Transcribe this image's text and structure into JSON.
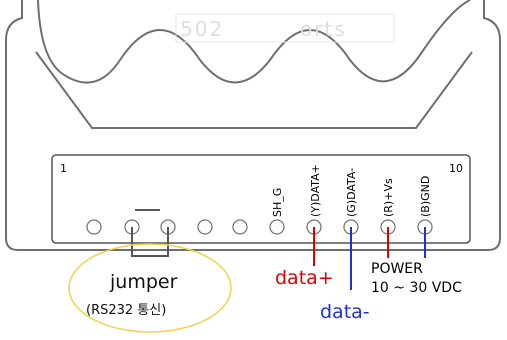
{
  "watermark": "502 orts",
  "terminal": {
    "left_number": "1",
    "right_number": "10",
    "pin_labels": [
      "SH_G",
      "(Y)DATA+",
      "(G)DATA-",
      "(R)+Vs",
      "(B)GND"
    ]
  },
  "jumper": {
    "title": "jumper",
    "subtitle": "(RS232 통신)"
  },
  "wires": {
    "data_plus": "data+",
    "data_minus": "data-",
    "power_title": "POWER",
    "power_range": "10 ~ 30 VDC"
  },
  "colors": {
    "data_plus": "#e00000",
    "data_minus": "#1f2fd6",
    "power": "#e00000",
    "gnd": "#1f2fd6",
    "jumper_circle": "#f0d24a"
  }
}
